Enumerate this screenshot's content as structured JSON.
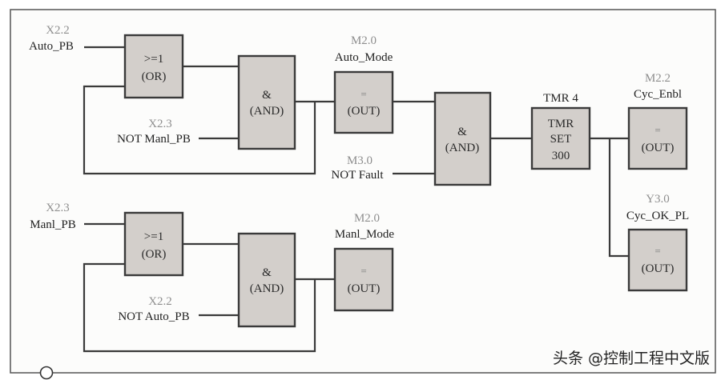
{
  "diagram": {
    "type": "PLC function block diagram",
    "rung1": {
      "input_a": {
        "address": "X2.2",
        "tag": "Auto_PB"
      },
      "input_b": {
        "address": "X2.3",
        "tag": "NOT Manl_PB"
      },
      "or_block": {
        "symbol": ">=1",
        "name": "(OR)"
      },
      "and_block": {
        "symbol": "&",
        "name": "(AND)"
      },
      "output": {
        "address": "M2.0",
        "tag": "Auto_Mode",
        "symbol": "=",
        "name": "(OUT)"
      }
    },
    "rung2": {
      "input_fault": {
        "address": "M3.0",
        "tag": "NOT Fault"
      },
      "and_block": {
        "symbol": "&",
        "name": "(AND)"
      },
      "timer": {
        "label": "TMR 4",
        "line1": "TMR",
        "line2": "SET",
        "line3": "300"
      },
      "output_enable": {
        "address": "M2.2",
        "tag": "Cyc_Enbl",
        "symbol": "=",
        "name": "(OUT)"
      },
      "output_lamp": {
        "address": "Y3.0",
        "tag": "Cyc_OK_PL",
        "symbol": "=",
        "name": "(OUT)"
      }
    },
    "rung3": {
      "input_a": {
        "address": "X2.3",
        "tag": "Manl_PB"
      },
      "input_b": {
        "address": "X2.2",
        "tag": "NOT Auto_PB"
      },
      "or_block": {
        "symbol": ">=1",
        "name": "(OR)"
      },
      "and_block": {
        "symbol": "&",
        "name": "(AND)"
      },
      "output": {
        "address": "M2.0",
        "tag": "Manl_Mode",
        "symbol": "=",
        "name": "(OUT)"
      }
    }
  },
  "watermark": "头条 @控制工程中文版"
}
